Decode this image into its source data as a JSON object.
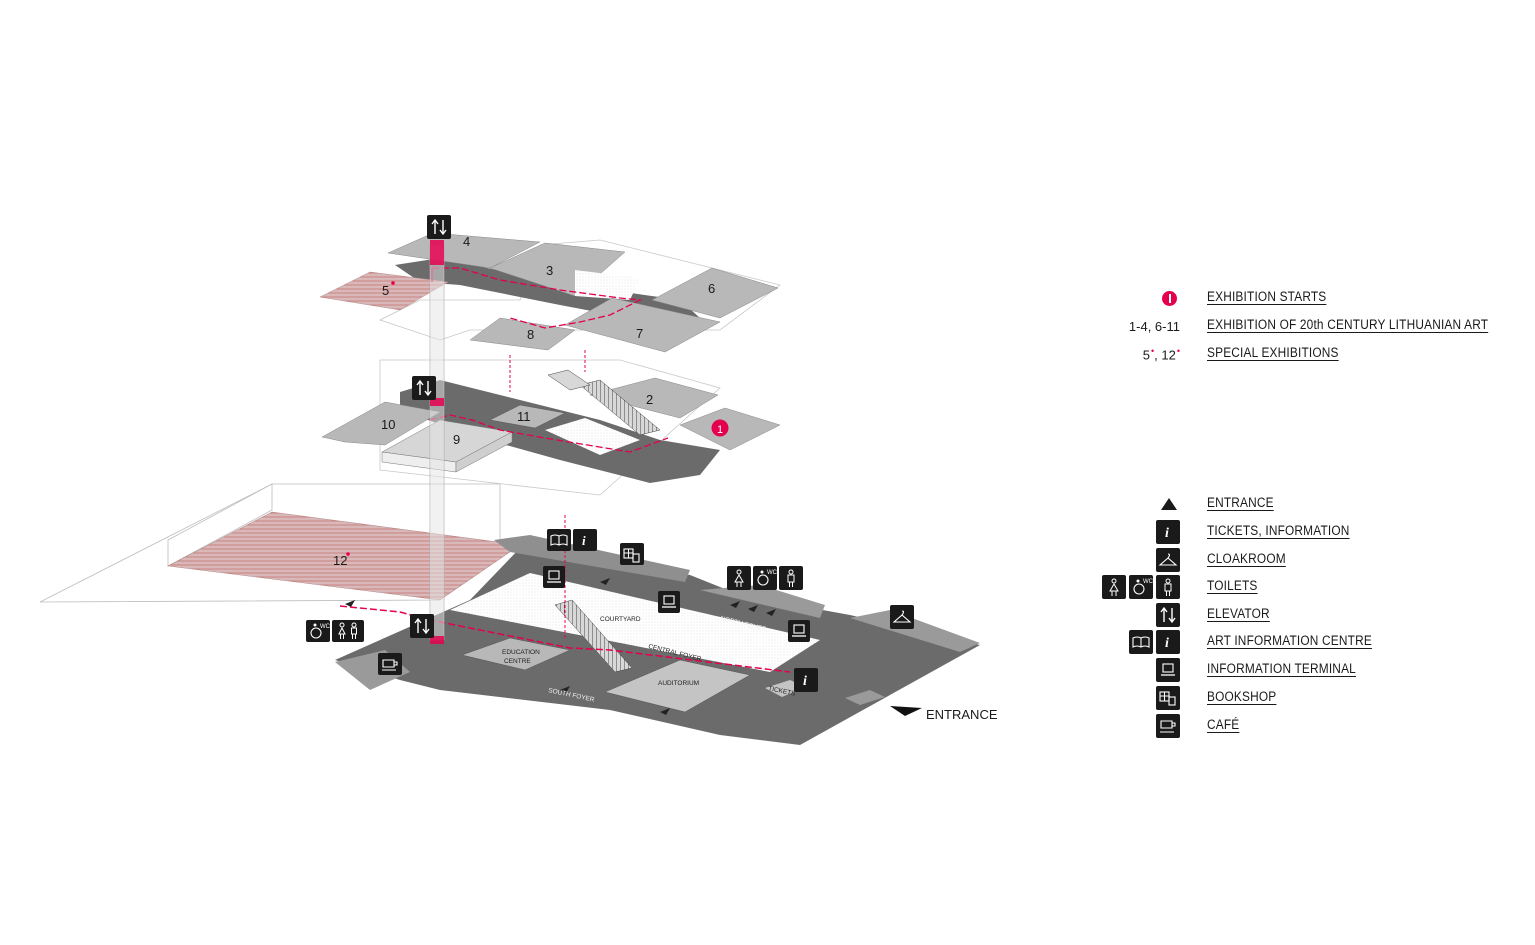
{
  "rooms": {
    "r1": "1",
    "r2": "2",
    "r3": "3",
    "r4": "4",
    "r5": "5",
    "r6": "6",
    "r7": "7",
    "r8": "8",
    "r9": "9",
    "r10": "10",
    "r11": "11",
    "r12": "12"
  },
  "ground_labels": {
    "courtyard": "COURTYARD",
    "north_foyer": "NORTH FOYER",
    "central_foyer": "CENTRAL FOYER",
    "south_foyer": "SOUTH FOYER",
    "education_line1": "EDUCATION",
    "education_line2": "CENTRE",
    "auditorium": "AUDITORIUM",
    "tickets": "TICKETS"
  },
  "entrance_label": "ENTRANCE",
  "legend": {
    "exhibition_starts": "EXHIBITION STARTS",
    "permanent_key": "1-4, 6-11",
    "permanent_label": "EXHIBITION OF 20th CENTURY LITHUANIAN ART",
    "special_key_a": "5",
    "special_key_b": ", 12",
    "special_label": "SPECIAL EXHIBITIONS",
    "entrance": "ENTRANCE",
    "tickets": "TICKETS, INFORMATION",
    "cloakroom": "CLOAKROOM",
    "toilets": "TOILETS",
    "elevator": "ELEVATOR",
    "art_info": "ART INFORMATION CENTRE",
    "terminal": "INFORMATION TERMINAL",
    "bookshop": "BOOKSHOP",
    "cafe": "CAFÉ",
    "wc": "WC"
  },
  "colors": {
    "accent": "#e5004f",
    "dark_floor": "#6b6b6b",
    "light_room": "#b8b8b8",
    "icon_bg": "#1a1a1a"
  },
  "icons": [
    "elevator-icon",
    "info-icon",
    "book-icon",
    "terminal-icon",
    "bookshop-icon",
    "wc-icon",
    "female-icon",
    "male-icon",
    "cloakroom-icon",
    "cafe-icon",
    "entrance-triangle-icon",
    "exhibition-start-dot-icon"
  ]
}
